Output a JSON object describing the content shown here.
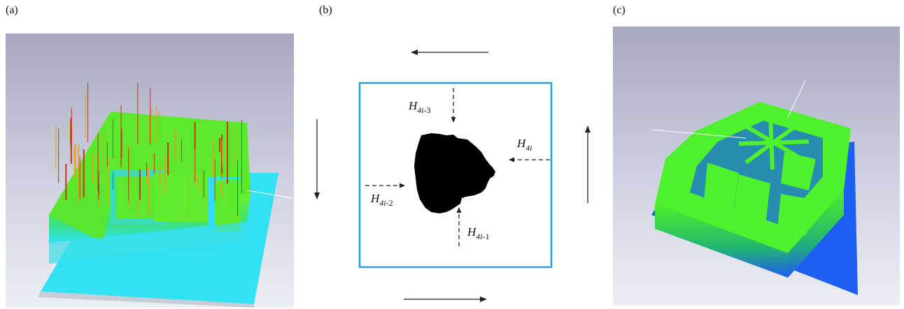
{
  "panels": {
    "a": {
      "label": "(a)",
      "render": "3d-heightmap-with-noise-spikes"
    },
    "b": {
      "label": "(b)"
    },
    "c": {
      "label": "(c)",
      "render": "3d-heightmap-cleaned"
    }
  },
  "scan_directions": [
    "left",
    "down",
    "right",
    "up"
  ],
  "probe_labels": [
    {
      "base": "H",
      "sub_italic": "4i",
      "sub_rest": "-3"
    },
    {
      "base": "H",
      "sub_italic": "4i",
      "sub_rest": ""
    },
    {
      "base": "H",
      "sub_italic": "4i",
      "sub_rest": "-2"
    },
    {
      "base": "H",
      "sub_italic": "4i",
      "sub_rest": "-1"
    }
  ],
  "colors": {
    "frame": "#1aa0dc",
    "blob": "#000000",
    "arrow": "#222222",
    "surface_top": "#5cf02c",
    "base_cyan": "#2ee0f2",
    "base_blue": "#1e5cf0",
    "noise": "#c8321e"
  }
}
